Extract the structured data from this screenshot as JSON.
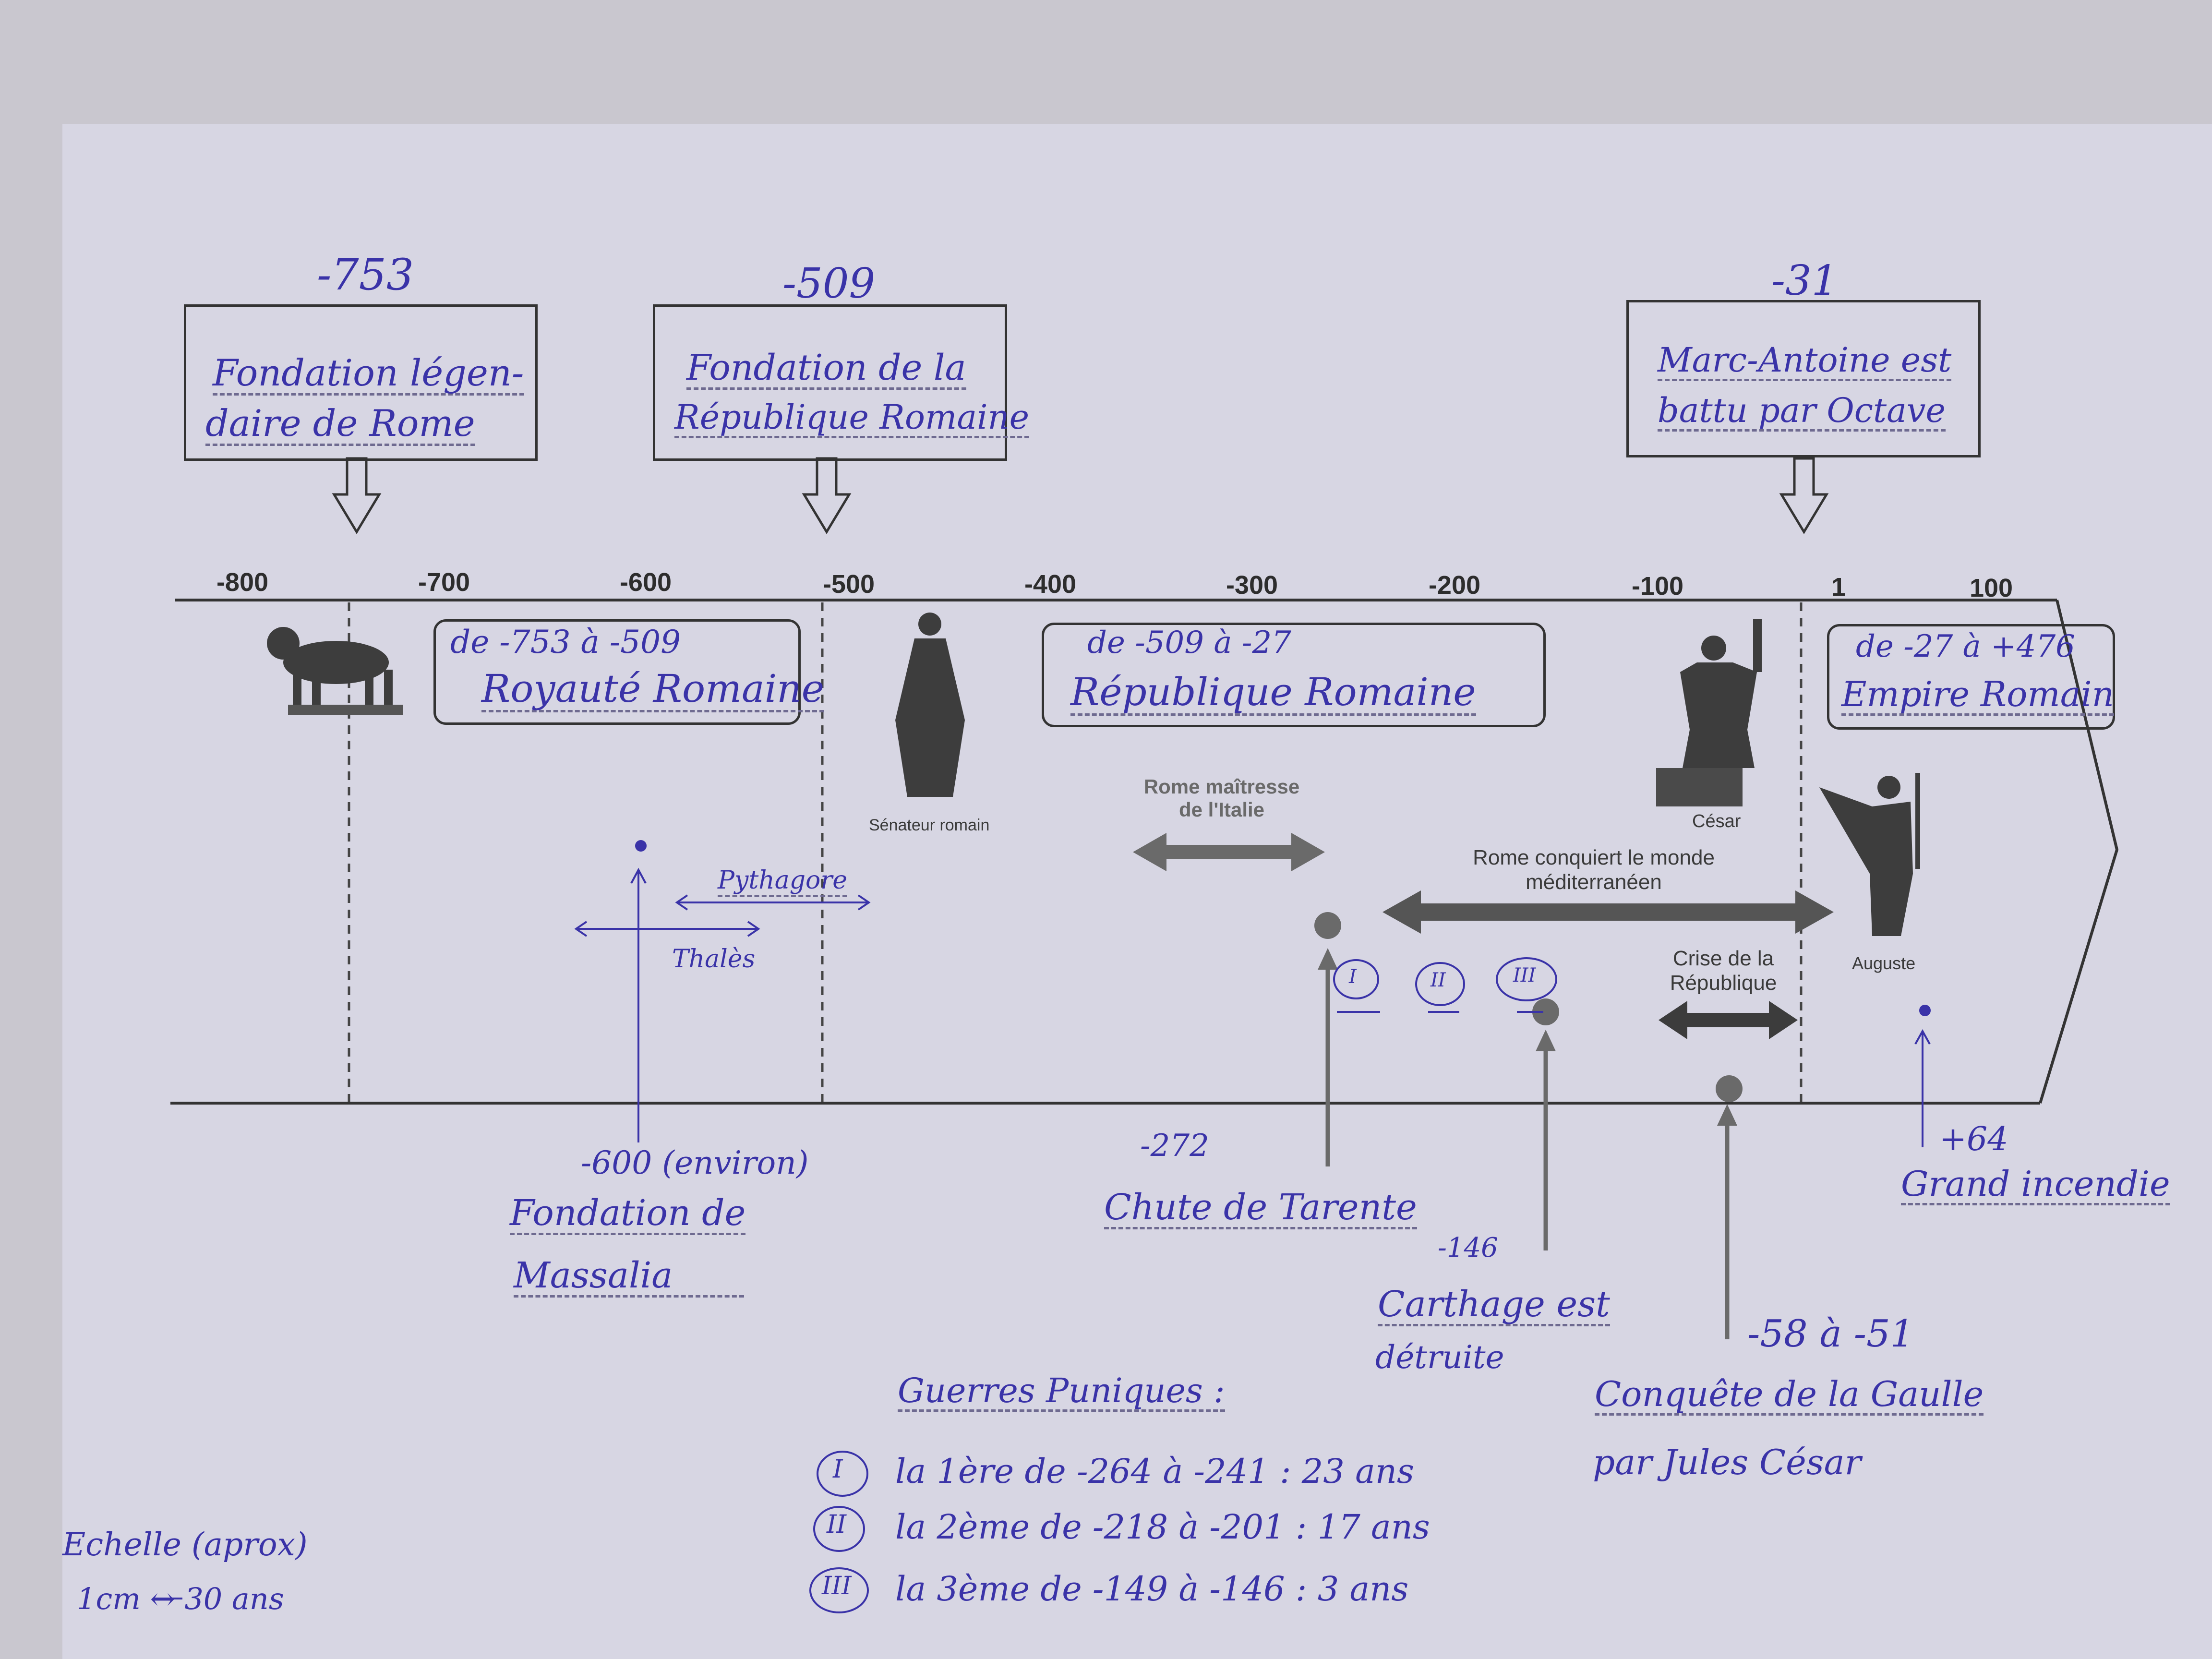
{
  "timeline": {
    "ticks": [
      "-800",
      "-700",
      "-600",
      "-500",
      "-400",
      "-300",
      "-200",
      "-100",
      "1",
      "100"
    ]
  },
  "top_events": [
    {
      "year": "-753",
      "label_line1": "Fondation légen-",
      "label_line2": "daire de Rome"
    },
    {
      "year": "-509",
      "label_line1": "Fondation de la",
      "label_line2": "République Romaine"
    },
    {
      "year": "-31",
      "label_line1": "Marc-Antoine est",
      "label_line2": "battu par Octave"
    }
  ],
  "periods": [
    {
      "range": "de -753 à -509",
      "name": "Royauté Romaine"
    },
    {
      "range": "de -509 à -27",
      "name": "République Romaine"
    },
    {
      "range": "de -27 à +476",
      "name": "Empire Romain"
    }
  ],
  "image_captions": {
    "senateur": "Sénateur romain",
    "cesar": "César",
    "auguste": "Auguste"
  },
  "arrow_labels": {
    "italie_line1": "Rome maîtresse",
    "italie_line2": "de l'Italie",
    "monde_line1": "Rome conquiert le monde",
    "monde_line2": "méditerranéen",
    "crise_line1": "Crise de la",
    "crise_line2": "République"
  },
  "philosophers": {
    "pythagore": "Pythagore",
    "thales": "Thalès"
  },
  "punic_markers": [
    "I",
    "II",
    "III"
  ],
  "bottom_events": {
    "massalia_date": "-600 (environ)",
    "massalia_line1": "Fondation de",
    "massalia_line2": "Massalia",
    "tarente_date": "-272",
    "tarente_label": "Chute de Tarente",
    "carthage_date": "-146",
    "carthage_line1": "Carthage est",
    "carthage_line2": "détruite",
    "gaule_date": "-58 à -51",
    "gaule_line1": "Conquête de la Gaulle",
    "gaule_line2": "par Jules César",
    "incendie_date": "+64",
    "incendie_label": "Grand incendie"
  },
  "punic_wars": {
    "title": "Guerres Puniques :",
    "rows": [
      {
        "marker": "I",
        "text": "la 1ère de -264 à -241 : 23 ans"
      },
      {
        "marker": "II",
        "text": "la 2ème de -218 à -201 : 17 ans"
      },
      {
        "marker": "III",
        "text": "la 3ème de -149 à -146 : 3 ans"
      }
    ]
  },
  "scale": {
    "line1": "Echelle (aprox)",
    "line2": "1cm ↔ 30 ans"
  },
  "colors": {
    "ink": "#3a33a8",
    "print": "#333333",
    "paper": "#d7d6e3"
  }
}
